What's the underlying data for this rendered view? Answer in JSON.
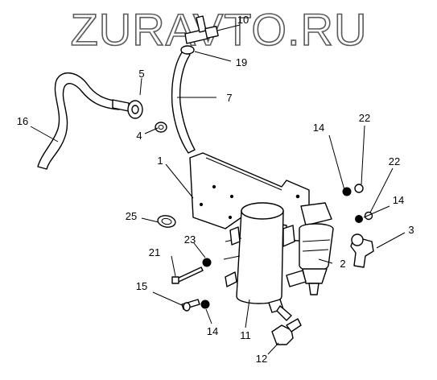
{
  "watermark": "ZURAVTO.RU",
  "callouts": [
    {
      "id": "c1",
      "label": "1"
    },
    {
      "id": "c2",
      "label": "2"
    },
    {
      "id": "c3",
      "label": "3"
    },
    {
      "id": "c4",
      "label": "4"
    },
    {
      "id": "c5",
      "label": "5"
    },
    {
      "id": "c7",
      "label": "7"
    },
    {
      "id": "c10",
      "label": "10"
    },
    {
      "id": "c11",
      "label": "11"
    },
    {
      "id": "c12",
      "label": "12"
    },
    {
      "id": "c14a",
      "label": "14"
    },
    {
      "id": "c14b",
      "label": "14"
    },
    {
      "id": "c14c",
      "label": "14"
    },
    {
      "id": "c15",
      "label": "15"
    },
    {
      "id": "c16",
      "label": "16"
    },
    {
      "id": "c19",
      "label": "19"
    },
    {
      "id": "c21",
      "label": "21"
    },
    {
      "id": "c22a",
      "label": "22"
    },
    {
      "id": "c22b",
      "label": "22"
    },
    {
      "id": "c23",
      "label": "23"
    },
    {
      "id": "c25",
      "label": "25"
    }
  ]
}
